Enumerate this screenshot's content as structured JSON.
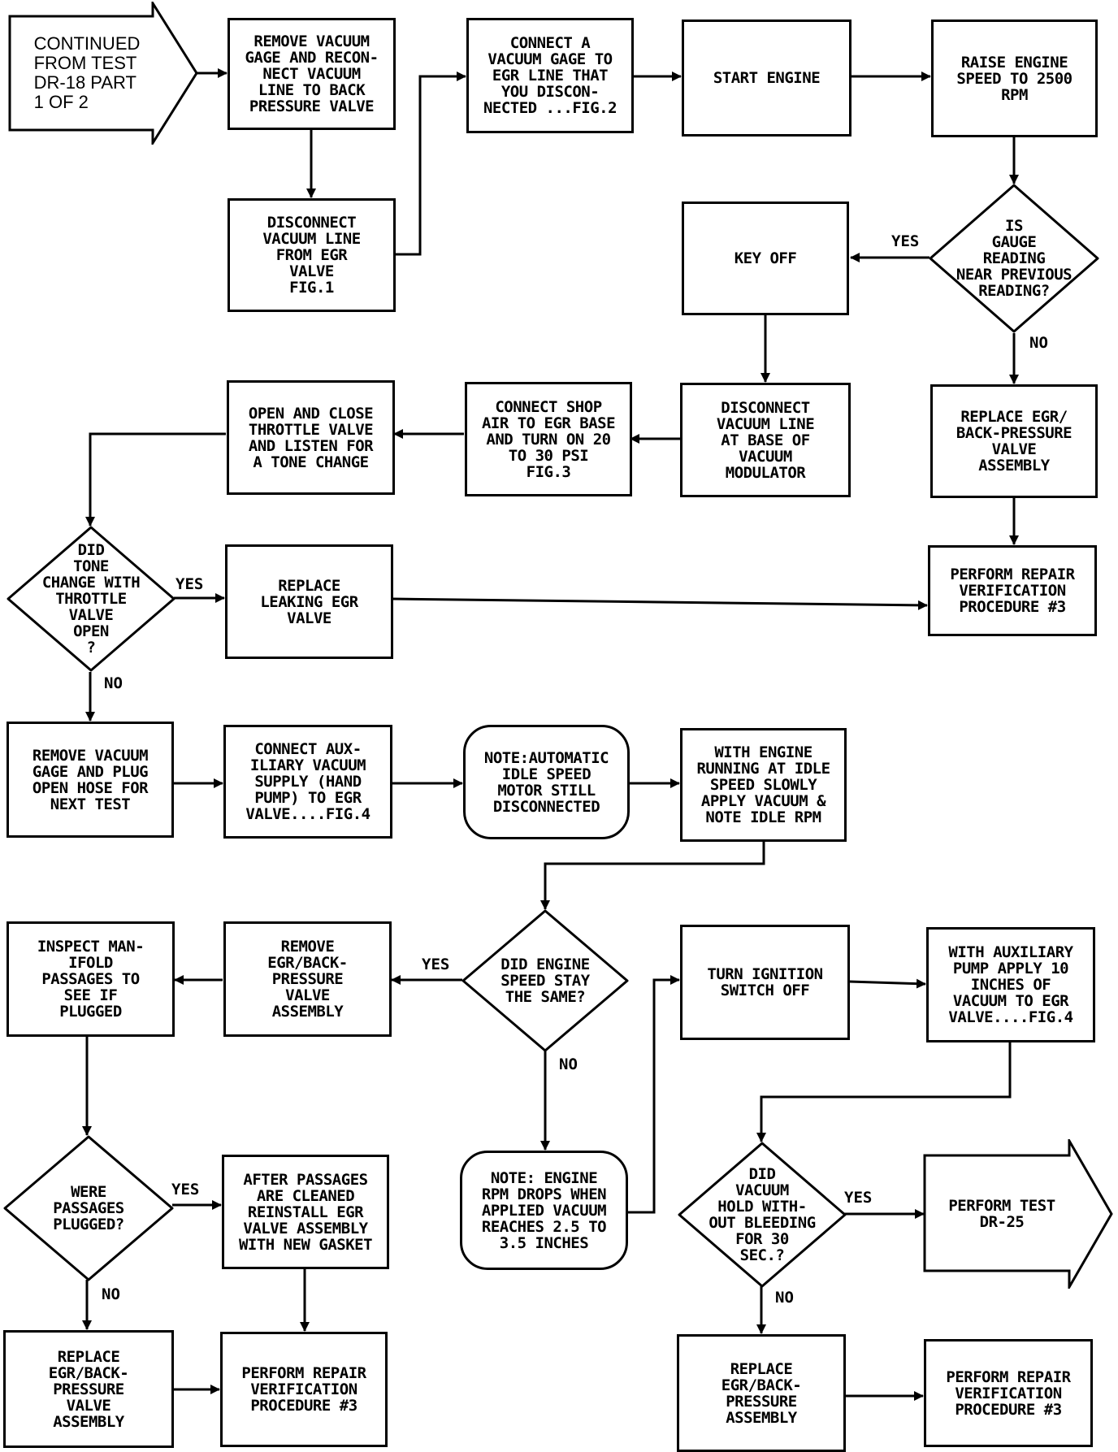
{
  "start": "CONTINUED\nFROM TEST\nDR-18 PART\n1 OF 2",
  "boxes": {
    "remove_gage_reconnect": "REMOVE VACUUM\nGAGE AND RECON-\nNECT VACUUM\nLINE TO BACK\nPRESSURE VALVE",
    "disconnect_vacuum_line": "DISCONNECT\nVACUUM LINE\nFROM EGR\nVALVE\nFIG.1",
    "connect_vacuum_gage": "CONNECT A\nVACUUM GAGE TO\nEGR LINE THAT\nYOU DISCON-\nNECTED ...FIG.2",
    "start_engine": "START ENGINE",
    "raise_engine_speed": "RAISE ENGINE\nSPEED TO 2500\nRPM",
    "key_off": "KEY OFF",
    "disconnect_at_modulator": "DISCONNECT\nVACUUM LINE\nAT BASE OF\nVACUUM\nMODULATOR",
    "connect_shop_air": "CONNECT SHOP\nAIR TO EGR BASE\nAND TURN ON 20\nTO 30 PSI\nFIG.3",
    "open_close_throttle": "OPEN AND CLOSE\nTHROTTLE VALVE\nAND LISTEN FOR\nA TONE CHANGE",
    "replace_egr_bp_1": "REPLACE EGR/\nBACK-PRESSURE\nVALVE\nASSEMBLY",
    "perform_repair_1": "PERFORM REPAIR\nVERIFICATION\nPROCEDURE #3",
    "replace_leaking_egr": "REPLACE\nLEAKING EGR\nVALVE",
    "remove_gage_plug": "REMOVE VACUUM\nGAGE AND PLUG\nOPEN HOSE FOR\nNEXT TEST",
    "connect_auxiliary": "CONNECT AUX-\nILIARY VACUUM\nSUPPLY (HAND\nPUMP) TO EGR\nVALVE....FIG.4",
    "note_idle_motor": "NOTE:AUTOMATIC\nIDLE SPEED\nMOTOR STILL\nDISCONNECTED",
    "with_engine_running": "WITH ENGINE\nRUNNING AT IDLE\nSPEED SLOWLY\nAPPLY VACUUM &\nNOTE IDLE RPM",
    "inspect_manifold": "INSPECT MAN-\nIFOLD\nPASSAGES TO\nSEE IF\nPLUGGED",
    "remove_egr_bp": "REMOVE\nEGR/BACK-\nPRESSURE\nVALVE\nASSEMBLY",
    "turn_ignition_off": "TURN IGNITION\nSWITCH OFF",
    "with_auxiliary_pump": "WITH AUXILIARY\nPUMP APPLY 10\nINCHES OF\nVACUUM TO EGR\nVALVE....FIG.4",
    "after_passages_cleaned": "AFTER PASSAGES\nARE CLEANED\nREINSTALL EGR\nVALVE ASSEMBLY\nWITH NEW GASKET",
    "note_engine_rpm": "NOTE: ENGINE\nRPM DROPS WHEN\nAPPLIED VACUUM\nREACHES 2.5 TO\n3.5 INCHES",
    "replace_egr_bp_2": "REPLACE\nEGR/BACK-\nPRESSURE\nVALVE\nASSEMBLY",
    "perform_repair_2": "PERFORM REPAIR\nVERIFICATION\nPROCEDURE #3",
    "replace_egr_bp_3": "REPLACE\nEGR/BACK-\nPRESSURE\nASSEMBLY",
    "perform_repair_3": "PERFORM REPAIR\nVERIFICATION\nPROCEDURE #3"
  },
  "decisions": {
    "gauge_reading": "IS\nGAUGE\nREADING\nNEAR PREVIOUS\nREADING?",
    "tone_change": "DID\nTONE\nCHANGE WITH\nTHROTTLE\nVALVE\nOPEN\n?",
    "engine_speed": "DID ENGINE\nSPEED STAY\nTHE SAME?",
    "passages_plugged": "WERE\nPASSAGES\nPLUGGED?",
    "vacuum_hold": "DID\nVACUUM\nHOLD WITH-\nOUT BLEEDING\nFOR 30\nSEC.?"
  },
  "end": "PERFORM TEST\nDR-25",
  "labels": {
    "yes": "YES",
    "no": "NO"
  }
}
